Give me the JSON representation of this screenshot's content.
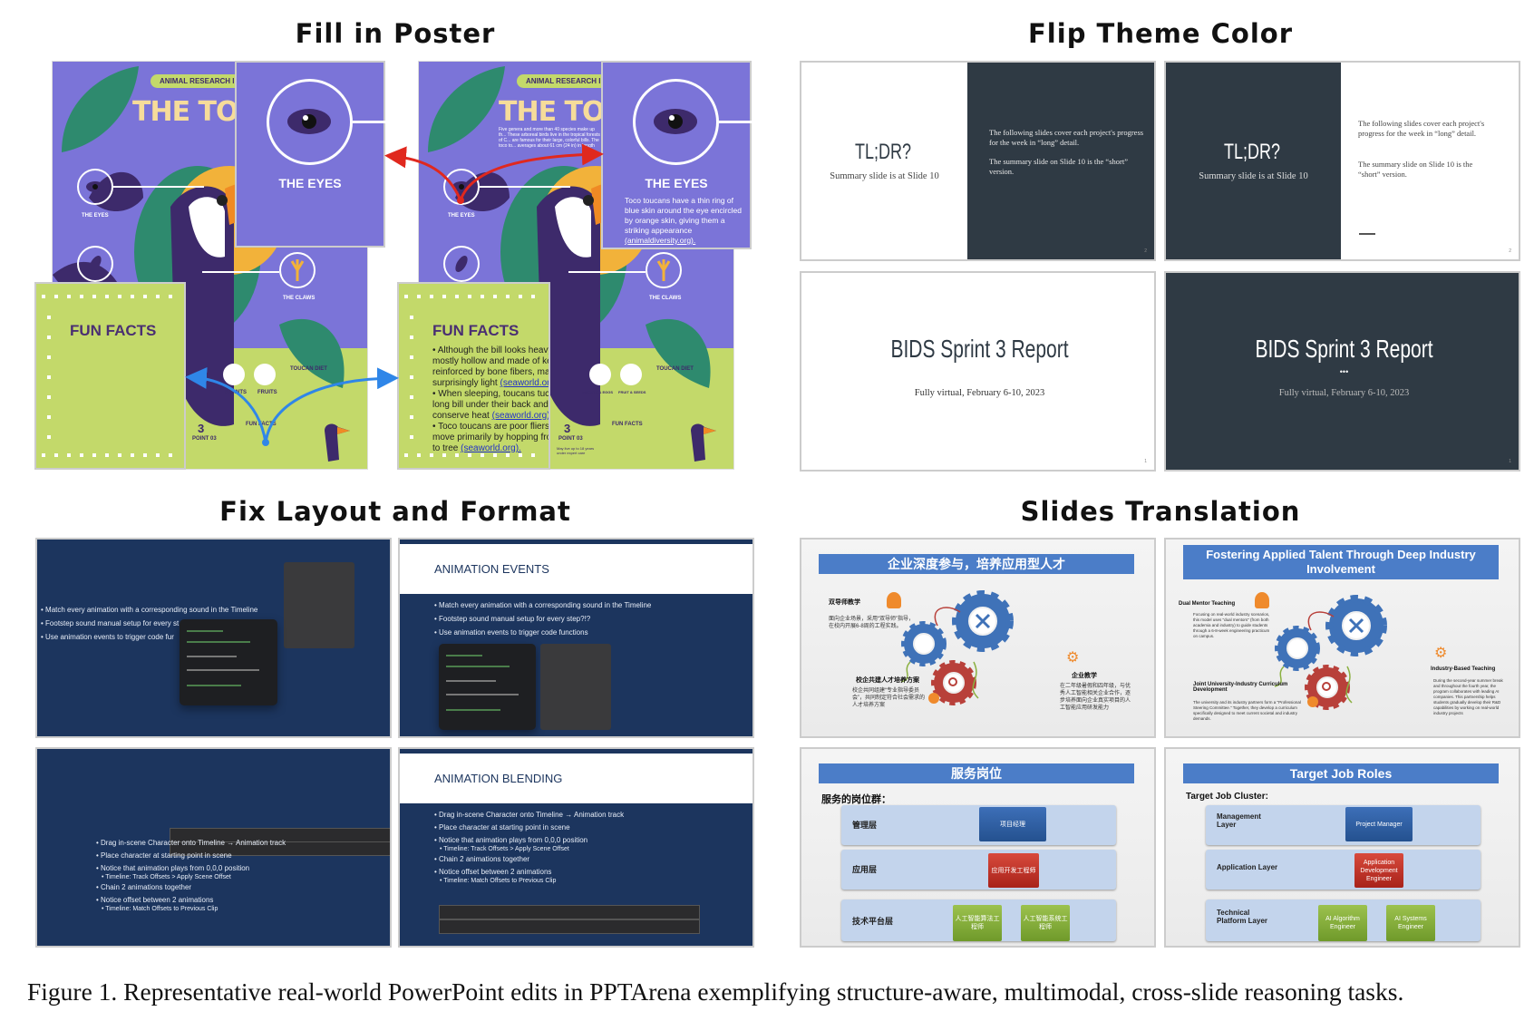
{
  "sections": {
    "fill_poster": "Fill in Poster",
    "flip_theme": "Flip Theme Color",
    "fix_layout": "Fix Layout and Format",
    "translation": "Slides Translation"
  },
  "poster": {
    "pill": "ANIMAL RESEARCH I",
    "title_partial": "THE TOU",
    "intro_text": "Five genera and more than 40 species make up th... These arboreal birds live in the tropical forests of C... are famous for their large, colorful bills. The toco to... averages about 61 cm (24 in) in length",
    "the_eyes": "THE EYES",
    "the_claws": "THE CLAWS",
    "toucan_diet": "TOUCAN DIET",
    "plants": "PLANTS",
    "fruits": "FRUITS",
    "insects_eggs": "INSECTS & EGGS",
    "fruit_seeds": "FRUIT & SEEDS",
    "point_num": "3",
    "point_label": "POINT 03",
    "lifespan": "May live up to 18 years under expert care",
    "fun_facts": "FUN FACTS",
    "eyes_box_text": "Toco toucans have a thin ring of blue skin around the eye encircled by orange skin, giving them a striking appearance",
    "eyes_box_link": "(animaldiversity.org).",
    "facts": [
      {
        "text": "• Although the bill looks heavy, it is mostly hollow and made of keratin reinforced by bone fibers, making it surprisingly light",
        "link": "(seaworld.org)."
      },
      {
        "text": "• When sleeping, toucans tuck their long bill under their back and tail to conserve heat",
        "link": "(seaworld.org)."
      },
      {
        "text": "• Toco toucans are poor fliers and move primarily by hopping from tree to tree",
        "link": "(seaworld.org)."
      }
    ],
    "colors": {
      "purple": "#7b74d8",
      "green": "#c3d96a",
      "red_arrow": "#e0281e",
      "blue_arrow": "#2f86e8"
    }
  },
  "flip": {
    "tldr_title": "TL;DR?",
    "tldr_sub": "Summary slide is at Slide 10",
    "tldr_p1": "The following slides cover each project's progress for the week in “long” detail.",
    "tldr_p2": "The summary slide on Slide 10 is the “short” version.",
    "tldr_page": "2",
    "bids_title": "BIDS Sprint 3 Report",
    "bids_sub": "Fully virtual, February 6-10, 2023",
    "bids_dots": "•••",
    "bids_page": "1",
    "colors": {
      "dark": "#2f3a44",
      "light": "#ffffff"
    }
  },
  "fix": {
    "events_title": "ANIMATION EVENTS",
    "events_bullets": [
      "Match every animation with a corresponding sound in the Timeline",
      "Footstep sound manual setup for every step?!?",
      "Use animation events to trigger code functions"
    ],
    "events_bullets_clipped": [
      "Match every animation with a corresponding sound in the Timeline",
      "Footstep sound manual setup for every st",
      "Use animation events to trigger code fur"
    ],
    "blending_title": "ANIMATION BLENDING",
    "blending_bullets": [
      {
        "text": "Drag in-scene Character onto Timeline → Animation track",
        "level": 1
      },
      {
        "text": "Place character at starting point in scene",
        "level": 1
      },
      {
        "text": "Notice that animation plays from 0,0,0 position",
        "level": 1
      },
      {
        "text": "Timeline: Track Offsets > Apply Scene Offset",
        "level": 2
      },
      {
        "text": "Chain 2 animations together",
        "level": 1
      },
      {
        "text": "Notice offset between 2 animations",
        "level": 1
      },
      {
        "text": "Timeline: Match Offsets to Previous Clip",
        "level": 2
      }
    ],
    "colors": {
      "navy": "#1c355e"
    }
  },
  "translation": {
    "zh_title1": "企业深度参与，培养应用型人才",
    "zh_dual": "双导师教学",
    "zh_dual_text": "面向企业场景，采用“双导师”指导，在校内开展6-8周的工程实践。",
    "zh_joint": "校企共建人才培养方案",
    "zh_joint_text": "校企共同组建“专业指导委员会”，共同制定符合社会需求的人才培养方案",
    "zh_ind": "企业教学",
    "zh_ind_text": "在二年级暑假和四年级，与优秀人工智能相关企业合作，逐步培养面向企业真实项目的人工智能应用研发能力",
    "en_title1": "Fostering Applied Talent Through Deep Industry Involvement",
    "en_dual": "Dual Mentor Teaching",
    "en_dual_text": "Focusing on real-world industry scenarios, this model uses \"dual mentors\" (from both academia and industry) to guide students through a 6-8-week engineering practicum on campus.",
    "en_joint": "Joint University-Industry Curriculum Development",
    "en_joint_text": "The university and its industry partners form a \"Professional Steering Committee.\" Together, they develop a curriculum specifically designed to meet current societal and industry demands.",
    "en_ind": "Industry-Based Teaching",
    "en_ind_text": "During the second-year summer break and throughout the fourth year, the program collaborates with leading AI companies. This partnership helps students gradually develop their R&D capabilities by working on real-world industry projects",
    "zh_title2": "服务岗位",
    "zh_cluster": "服务的岗位群：",
    "zh_layers": [
      "管理层",
      "应用层",
      "技术平台层"
    ],
    "zh_roles": [
      "项目经理",
      "应用开发工程师",
      "人工智能算法工程师",
      "人工智能系统工程师"
    ],
    "en_title2": "Target Job Roles",
    "en_cluster": "Target Job Cluster:",
    "en_layers": [
      "Management Layer",
      "Application Layer",
      "Technical Platform Layer"
    ],
    "en_roles": [
      "Project Manager",
      "Application Development Engineer",
      "AI Algorithm Engineer",
      "AI Systems Engineer"
    ],
    "colors": {
      "title_bar": "#4b7dc8",
      "gear_blue": "#3f72b8",
      "gear_red": "#b8403a",
      "accent_orange": "#ef8a2c"
    }
  },
  "caption": "Figure 1. Representative real-world PowerPoint edits in PPTArena exemplifying structure-aware, multimodal, cross-slide reasoning tasks."
}
